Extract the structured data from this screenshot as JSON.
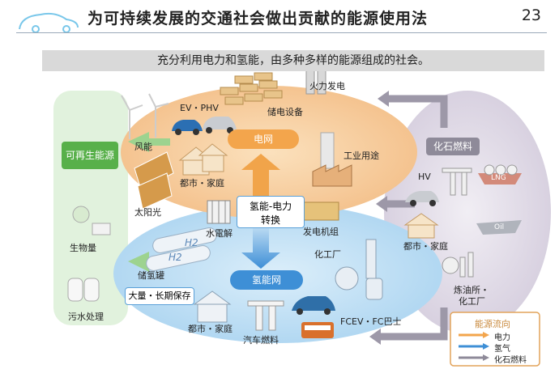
{
  "header": {
    "title": "为可持续发展的交通社会做出贡献的能源使用法",
    "page_number": "23",
    "subtitle": "充分利用电力和氢能，由多种多样的能源组成的社会。"
  },
  "labels": {
    "thermal_power": "火力发电",
    "ev_phv": "EV・PHV",
    "power_storage": "储电设备",
    "wind_power": "风能",
    "renewable": "可再生能源",
    "solar": "太阳光",
    "urban_home_top": "都市・家庭",
    "power_grid": "电网",
    "industrial_use": "工业用途",
    "fossil_fuel": "化石燃料",
    "hv": "HV",
    "lng": "LNG",
    "oil": "Oil",
    "urban_home_right": "都市・家庭",
    "conversion": "氢能-电力",
    "conversion2": "转换",
    "electrolysis": "水電解",
    "generator": "发电机组",
    "chemical_plant": "化工厂",
    "biomass": "生物量",
    "h2_tank": "储氢罐",
    "h2_symbol": "H2",
    "mass_storage": "大量・长期保存",
    "hydrogen_grid": "氢能网",
    "refinery": "炼油所・",
    "refinery2": "化工厂",
    "sewage": "污水处理",
    "urban_home_bottom": "都市・家庭",
    "fuel_station": "汽车燃料",
    "fcev": "FCEV・FC巴士"
  },
  "legend": {
    "title": "能源流向",
    "items": [
      "电力",
      "氢气",
      "化石燃料"
    ]
  },
  "colors": {
    "electric": "#f3a54c",
    "hydrogen": "#3e8fd6",
    "fossil": "#8e8a99",
    "green": "#58b04a"
  }
}
